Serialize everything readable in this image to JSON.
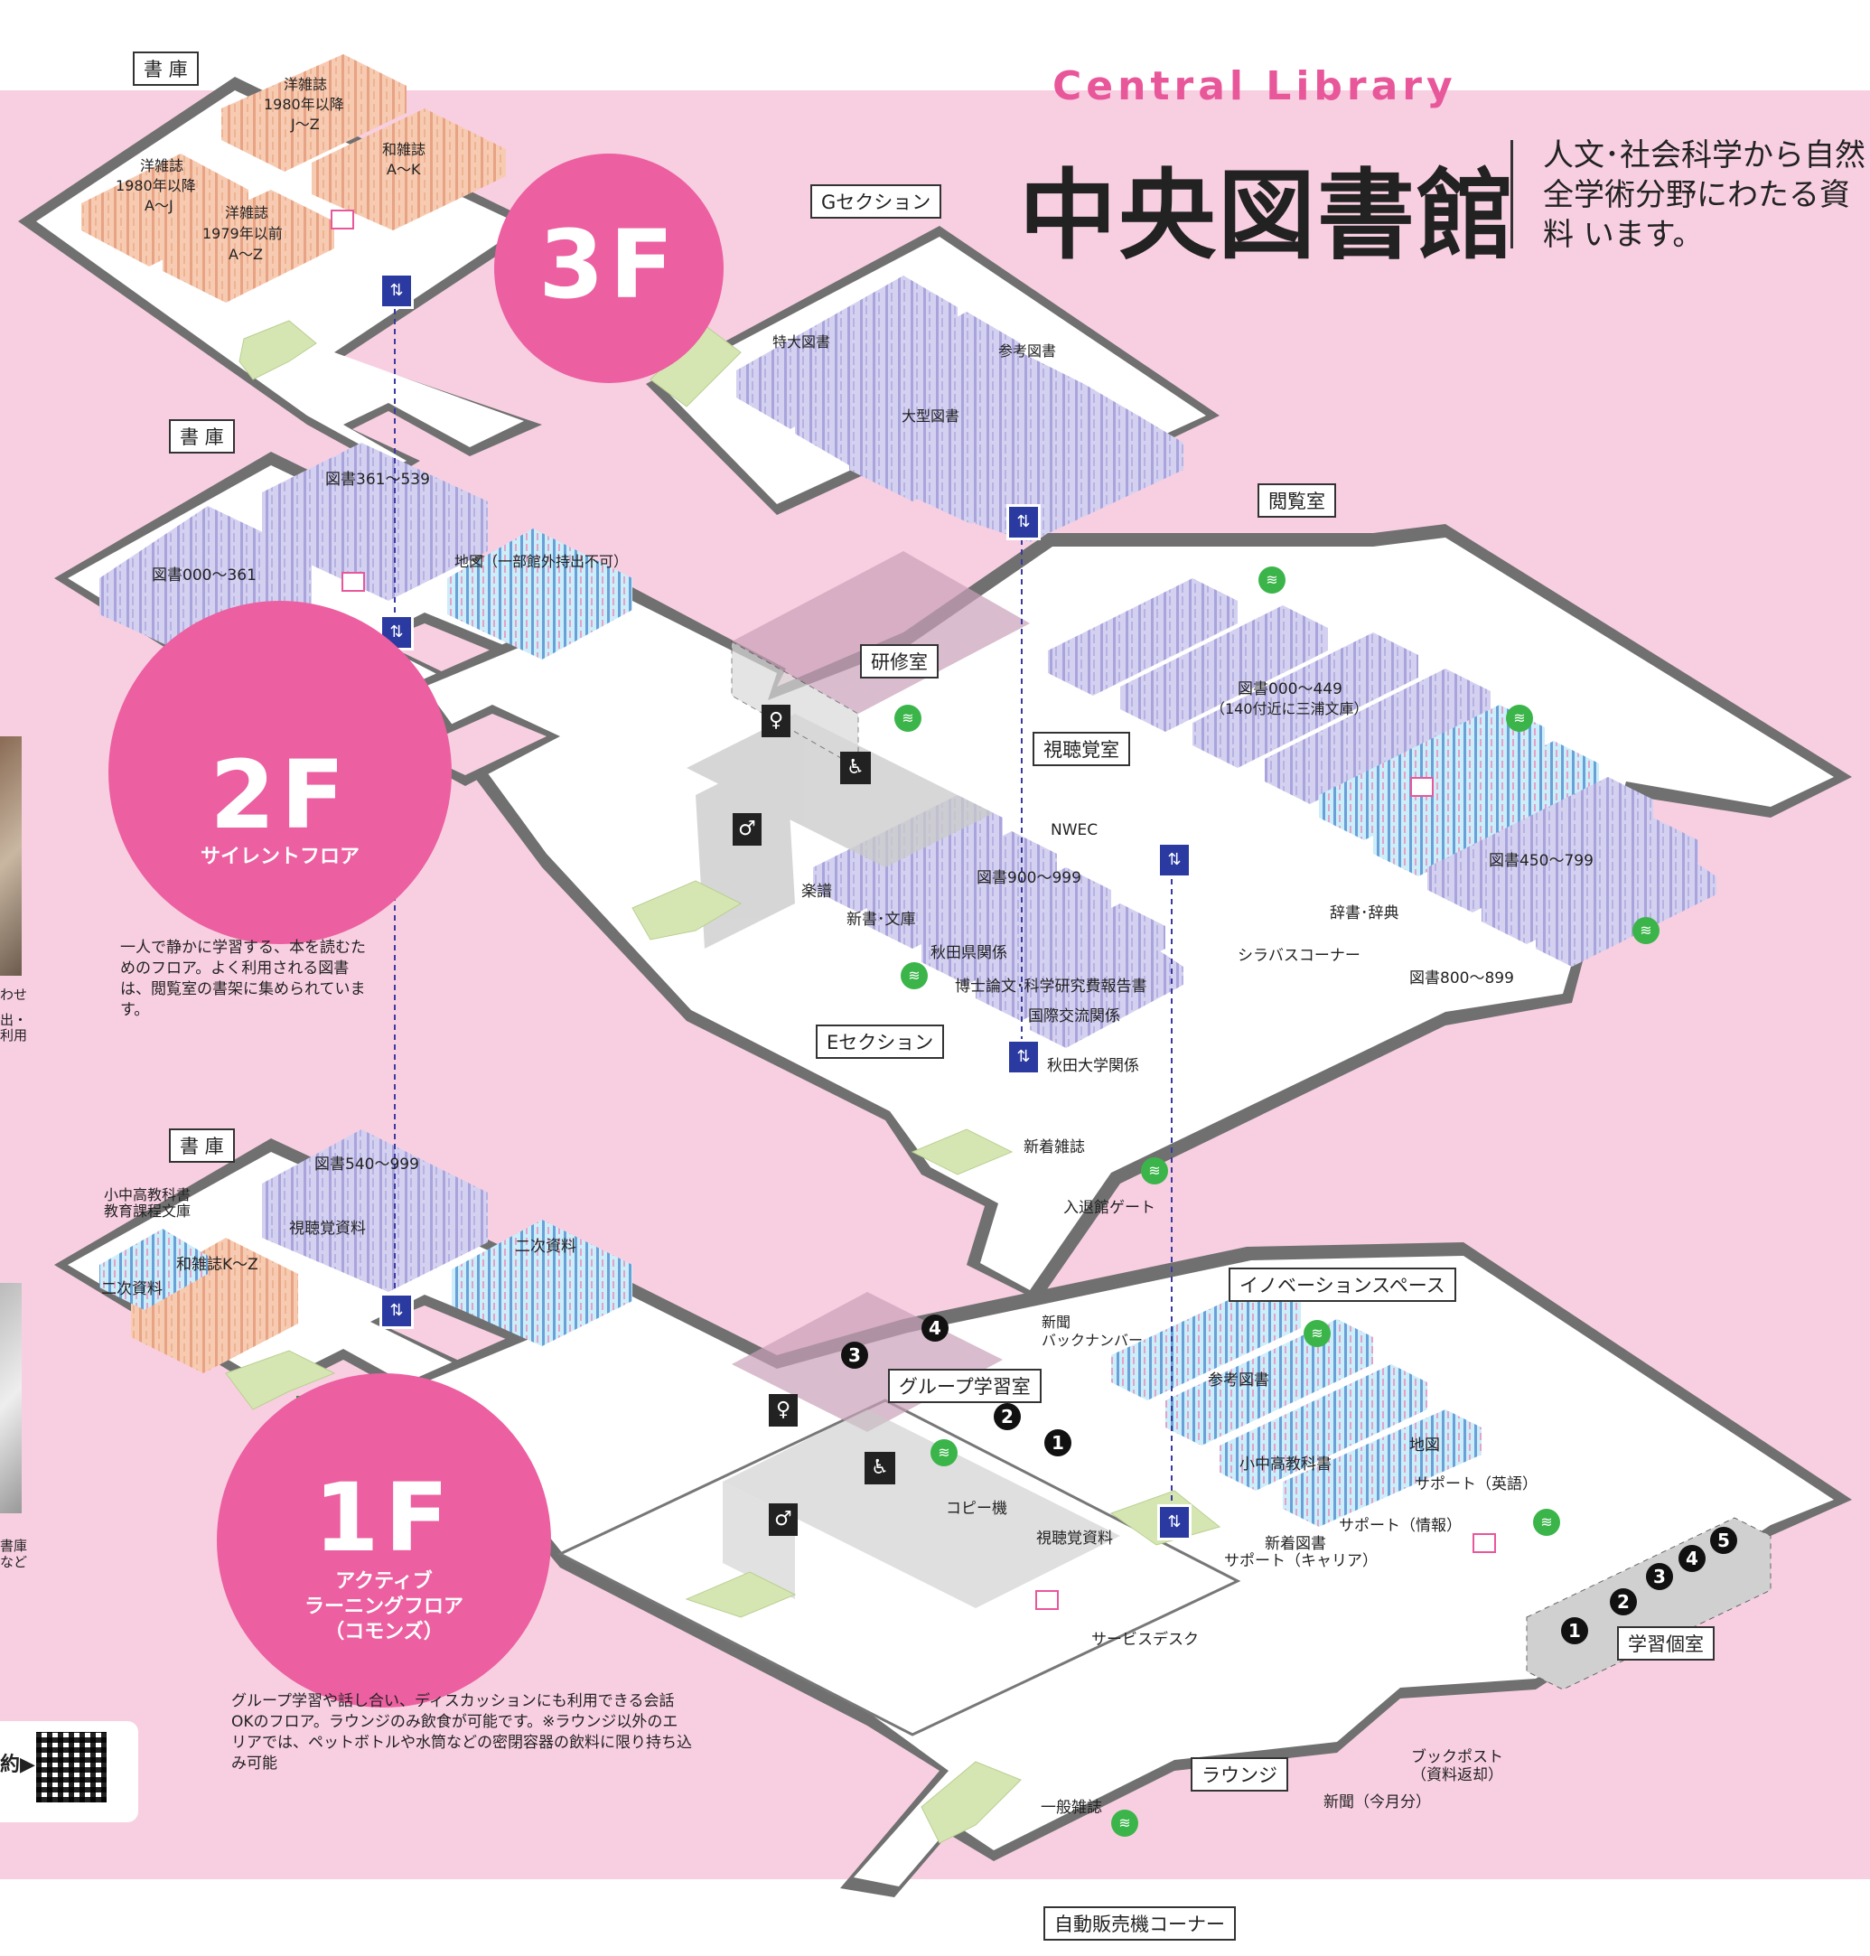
{
  "header": {
    "title_en": "Central Library",
    "title_jp": "中央図書館",
    "description": "人文･社会科学から自然 全学術分野にわたる資料 います。"
  },
  "floors": {
    "f3": {
      "label": "3F"
    },
    "f2": {
      "label": "2F",
      "sub": "サイレントフロア",
      "description": "一人で静かに学習する、本を読むためのフロア。よく利用される図書は、閲覧室の書架に集められています。"
    },
    "f1": {
      "label": "1F",
      "sub1": "アクティブ",
      "sub2": "ラーニングフロア",
      "sub3": "（コモンズ）",
      "description": "グループ学習や話し合い、ディスカッションにも利用できる会話OKのフロア。ラウンジのみ飲食が可能です。※ラウンジ以外のエリアでは、ペットボトルや水筒などの密閉容器の飲料に限り持ち込み可能"
    }
  },
  "areas": {
    "shoko3": "書 庫",
    "shoko2": "書 庫",
    "shoko1": "書 庫",
    "g_section": "Gセクション",
    "etsuran": "閲覧室",
    "kenshu": "研修室",
    "shichokaku_room": "視聴覚室",
    "e_section": "Eセクション",
    "innovation": "イノベーションスペース",
    "group_room": "グループ学習室",
    "gakushu_koshitsu": "学習個室",
    "lounge": "ラウンジ",
    "vending": "自動販売機コーナー"
  },
  "labels3f": {
    "yozasshi_jz_1": "洋雑誌",
    "yozasshi_jz_2": "1980年以降",
    "yozasshi_jz_3": "J～Z",
    "wazasshi_1": "和雑誌",
    "wazasshi_2": "A～K",
    "yozasshi_aj_1": "洋雑誌",
    "yozasshi_aj_2": "1980年以降",
    "yozasshi_aj_3": "A～J",
    "yozasshi_old_1": "洋雑誌",
    "yozasshi_old_2": "1979年以前",
    "yozasshi_old_3": "A～Z",
    "tokudai": "特大図書",
    "sanko": "参考図書",
    "ogata": "大型図書"
  },
  "labels2f": {
    "tosho361": "図書361～539",
    "tosho000": "図書000～361",
    "chizu": "地図（一部館外持出不可）",
    "tosho000_449": "図書000～449",
    "miura": "（140付近に三浦文庫）",
    "nwec": "NWEC",
    "tosho900": "図書900～999",
    "gakufu": "楽譜",
    "shinsho": "新書･文庫",
    "akita_ken": "秋田県関係",
    "hakase": "博士論文･科学研究費報告書",
    "kokusai": "国際交流関係",
    "akita_univ": "秋田大学関係",
    "tosho450": "図書450～799",
    "jisho": "辞書･辞典",
    "syllabus": "シラバスコーナー",
    "tosho800": "図書800～899",
    "shinchaku": "新着雑誌",
    "gate": "入退館ゲート"
  },
  "labels1f": {
    "tosho540": "図書540～999",
    "kyokasho_1": "小中高教科書",
    "kyokasho_2": "教育課程文庫",
    "shichokaku_shiryo": "視聴覚資料",
    "wazasshi_kz": "和雑誌K～Z",
    "niji1": "二次資料",
    "niji2": "二次資料",
    "shinbun_back_1": "新聞",
    "shinbun_back_2": "バックナンバー",
    "sanko": "参考図書",
    "chizu": "地図",
    "kyokasho_1f": "小中高教科書",
    "support_eigo": "サポート（英語）",
    "support_joho": "サポート（情報）",
    "shinchaku_tosho": "新着図書",
    "support_career": "サポート（キャリア）",
    "copy": "コピー機",
    "shichokaku2": "視聴覚資料",
    "service_desk": "サービスデスク",
    "book_post_1": "ブックポスト",
    "book_post_2": "（資料返却）",
    "ippan_zasshi": "一般雑誌",
    "shinbun_month": "新聞（今月分）"
  },
  "group_rooms": [
    "1",
    "2",
    "3",
    "4"
  ],
  "booths": [
    "1",
    "2",
    "3",
    "4",
    "5"
  ],
  "sidebar": {
    "qr_text": "約▶",
    "left_text_1": "わせ",
    "left_text_2": "出・",
    "left_text_3": "利用",
    "left_text_4": "書庫",
    "left_text_5": "など"
  },
  "colors": {
    "pink_bg": "#f8cfe1",
    "accent": "#ec5fa0",
    "stack_purple": "#c9c6ea",
    "stack_peach": "#f5c3a8",
    "stack_cyan": "#bfe6f2",
    "stair": "#d6e6b3",
    "floor_gray": "#707070",
    "elevator": "#2a3aa0",
    "wifi": "#3bb54a"
  }
}
